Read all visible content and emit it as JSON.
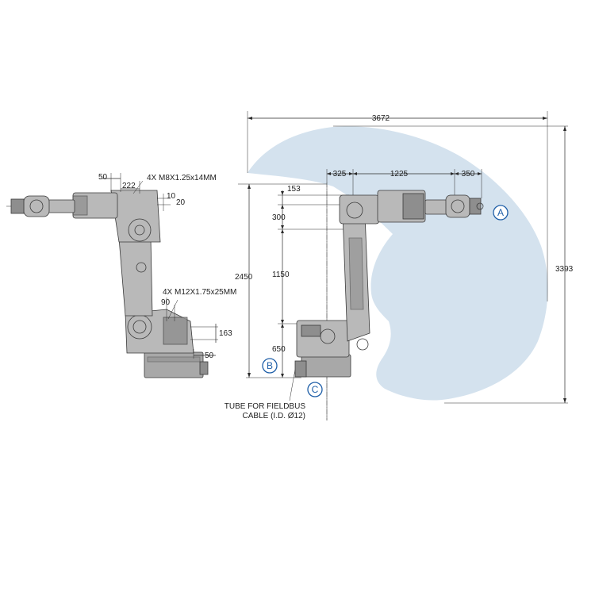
{
  "side_view": {
    "dim_50_top": "50",
    "dim_222": "222",
    "note_flange_holes": "4X M8X1.25x14MM",
    "dim_10": "10",
    "dim_20": "20",
    "note_base_holes": "4X M12X1.75x25MM",
    "dim_90": "90",
    "dim_163": "163",
    "dim_50_bottom": "50"
  },
  "work_envelope": {
    "dim_3672": "3672",
    "dim_3393": "3393",
    "dim_325": "325",
    "dim_1225": "1225",
    "dim_350": "350",
    "dim_153": "153",
    "dim_300": "300",
    "dim_2450": "2450",
    "dim_1150": "1150",
    "dim_650": "650",
    "envelope_color": "#d4e2ee"
  },
  "callouts": {
    "a": "A",
    "b": "B",
    "c": "C"
  },
  "notes": {
    "tube_line1": "TUBE FOR FIELDBUS",
    "tube_line2": "CABLE (I.D. Ø12)"
  }
}
